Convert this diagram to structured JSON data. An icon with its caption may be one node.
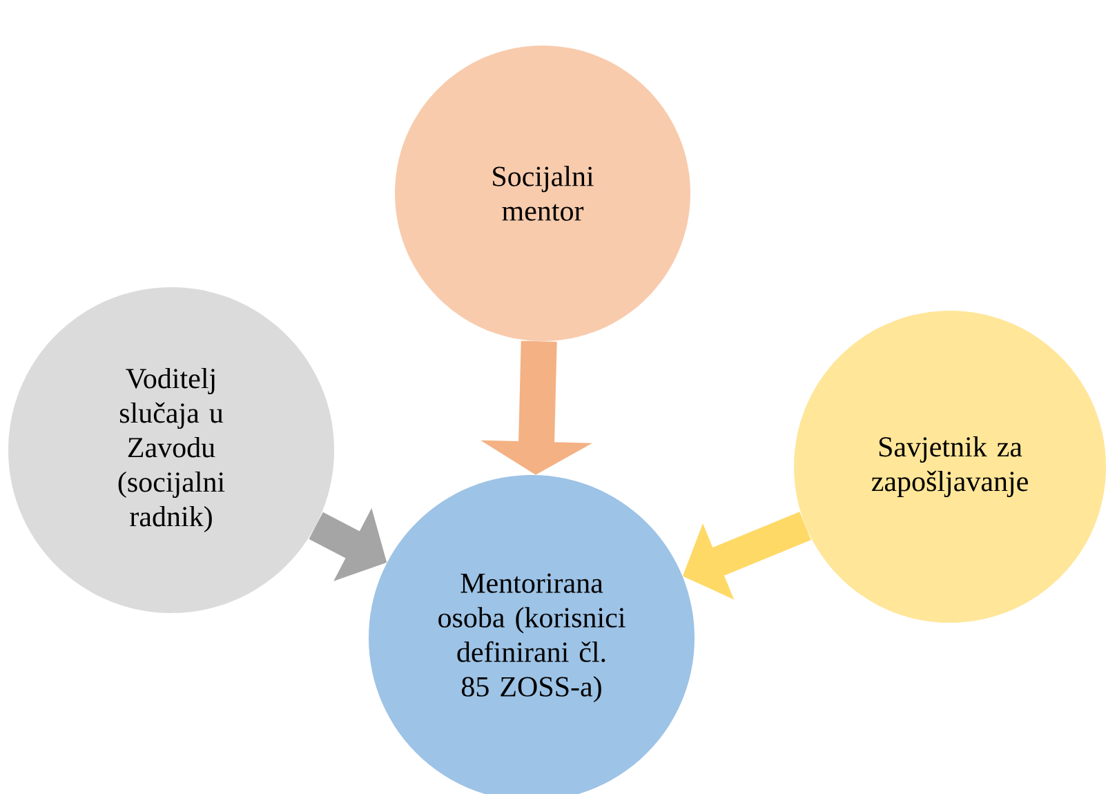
{
  "diagram": {
    "nodes": [
      {
        "text": [
          "Socijalni mentor"
        ]
      },
      {
        "text": [
          "Voditelj slučaja u Zavodu (socijalni radnik)"
        ]
      },
      {
        "text": [
          "Savjetnik za zapošljavanje"
        ]
      },
      {
        "text": [
          "Mentorirana osoba (korisnici definirani čl. 85 ZOSS-a)"
        ]
      }
    ],
    "edges": [
      {
        "from": 0,
        "to": 3,
        "arrow": "to",
        "color": "#f4b183"
      },
      {
        "from": 1,
        "to": 3,
        "arrow": "to",
        "color": "#a5a5a5"
      },
      {
        "from": 2,
        "to": 3,
        "arrow": "to",
        "color": "#ffd966"
      }
    ]
  }
}
